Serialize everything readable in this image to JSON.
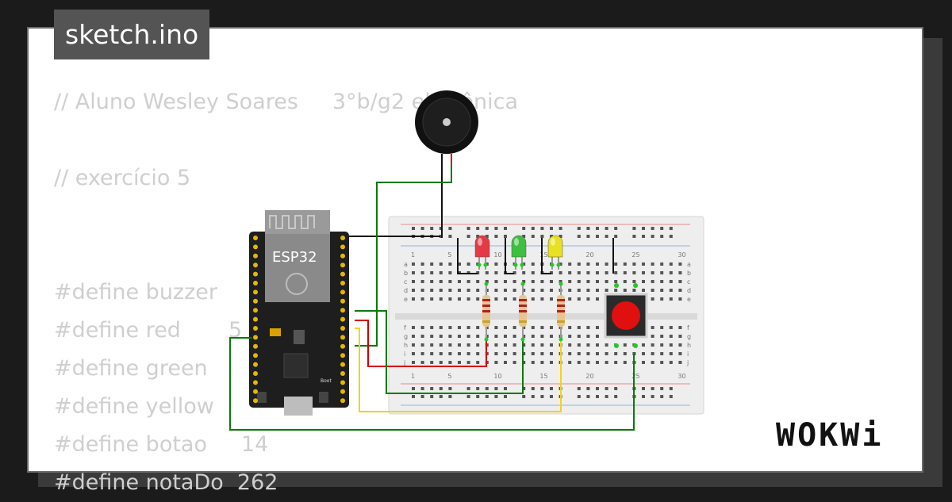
{
  "tab": {
    "filename": "sketch.ino"
  },
  "code_lines": [
    "// Aluno Wesley Soares     3°b/g2 eletrônica",
    "",
    "// exercício 5",
    "",
    "",
    "#define buzzer",
    "#define red       5",
    "#define green",
    "#define yellow",
    "#define botao     14",
    "#define notaDo  262"
  ],
  "board": {
    "label": "ESP32",
    "button_label": "Boot"
  },
  "breadboard": {
    "column_numbers": [
      "1",
      "5",
      "10",
      "15",
      "20",
      "25",
      "30"
    ],
    "row_letters_top": [
      "a",
      "b",
      "c",
      "d",
      "e"
    ],
    "row_letters_bottom": [
      "f",
      "g",
      "h",
      "i",
      "j"
    ]
  },
  "leds": [
    {
      "color": "#e63946"
    },
    {
      "color": "#3fbf3f"
    },
    {
      "color": "#e8e022"
    }
  ],
  "pushbutton": {
    "cap_color": "#e01010"
  },
  "wires": {
    "black": "#111111",
    "red": "#d40000",
    "green": "#0a7a0a",
    "yellow": "#f2d21b"
  },
  "brand": {
    "logo": "WOKWi"
  }
}
